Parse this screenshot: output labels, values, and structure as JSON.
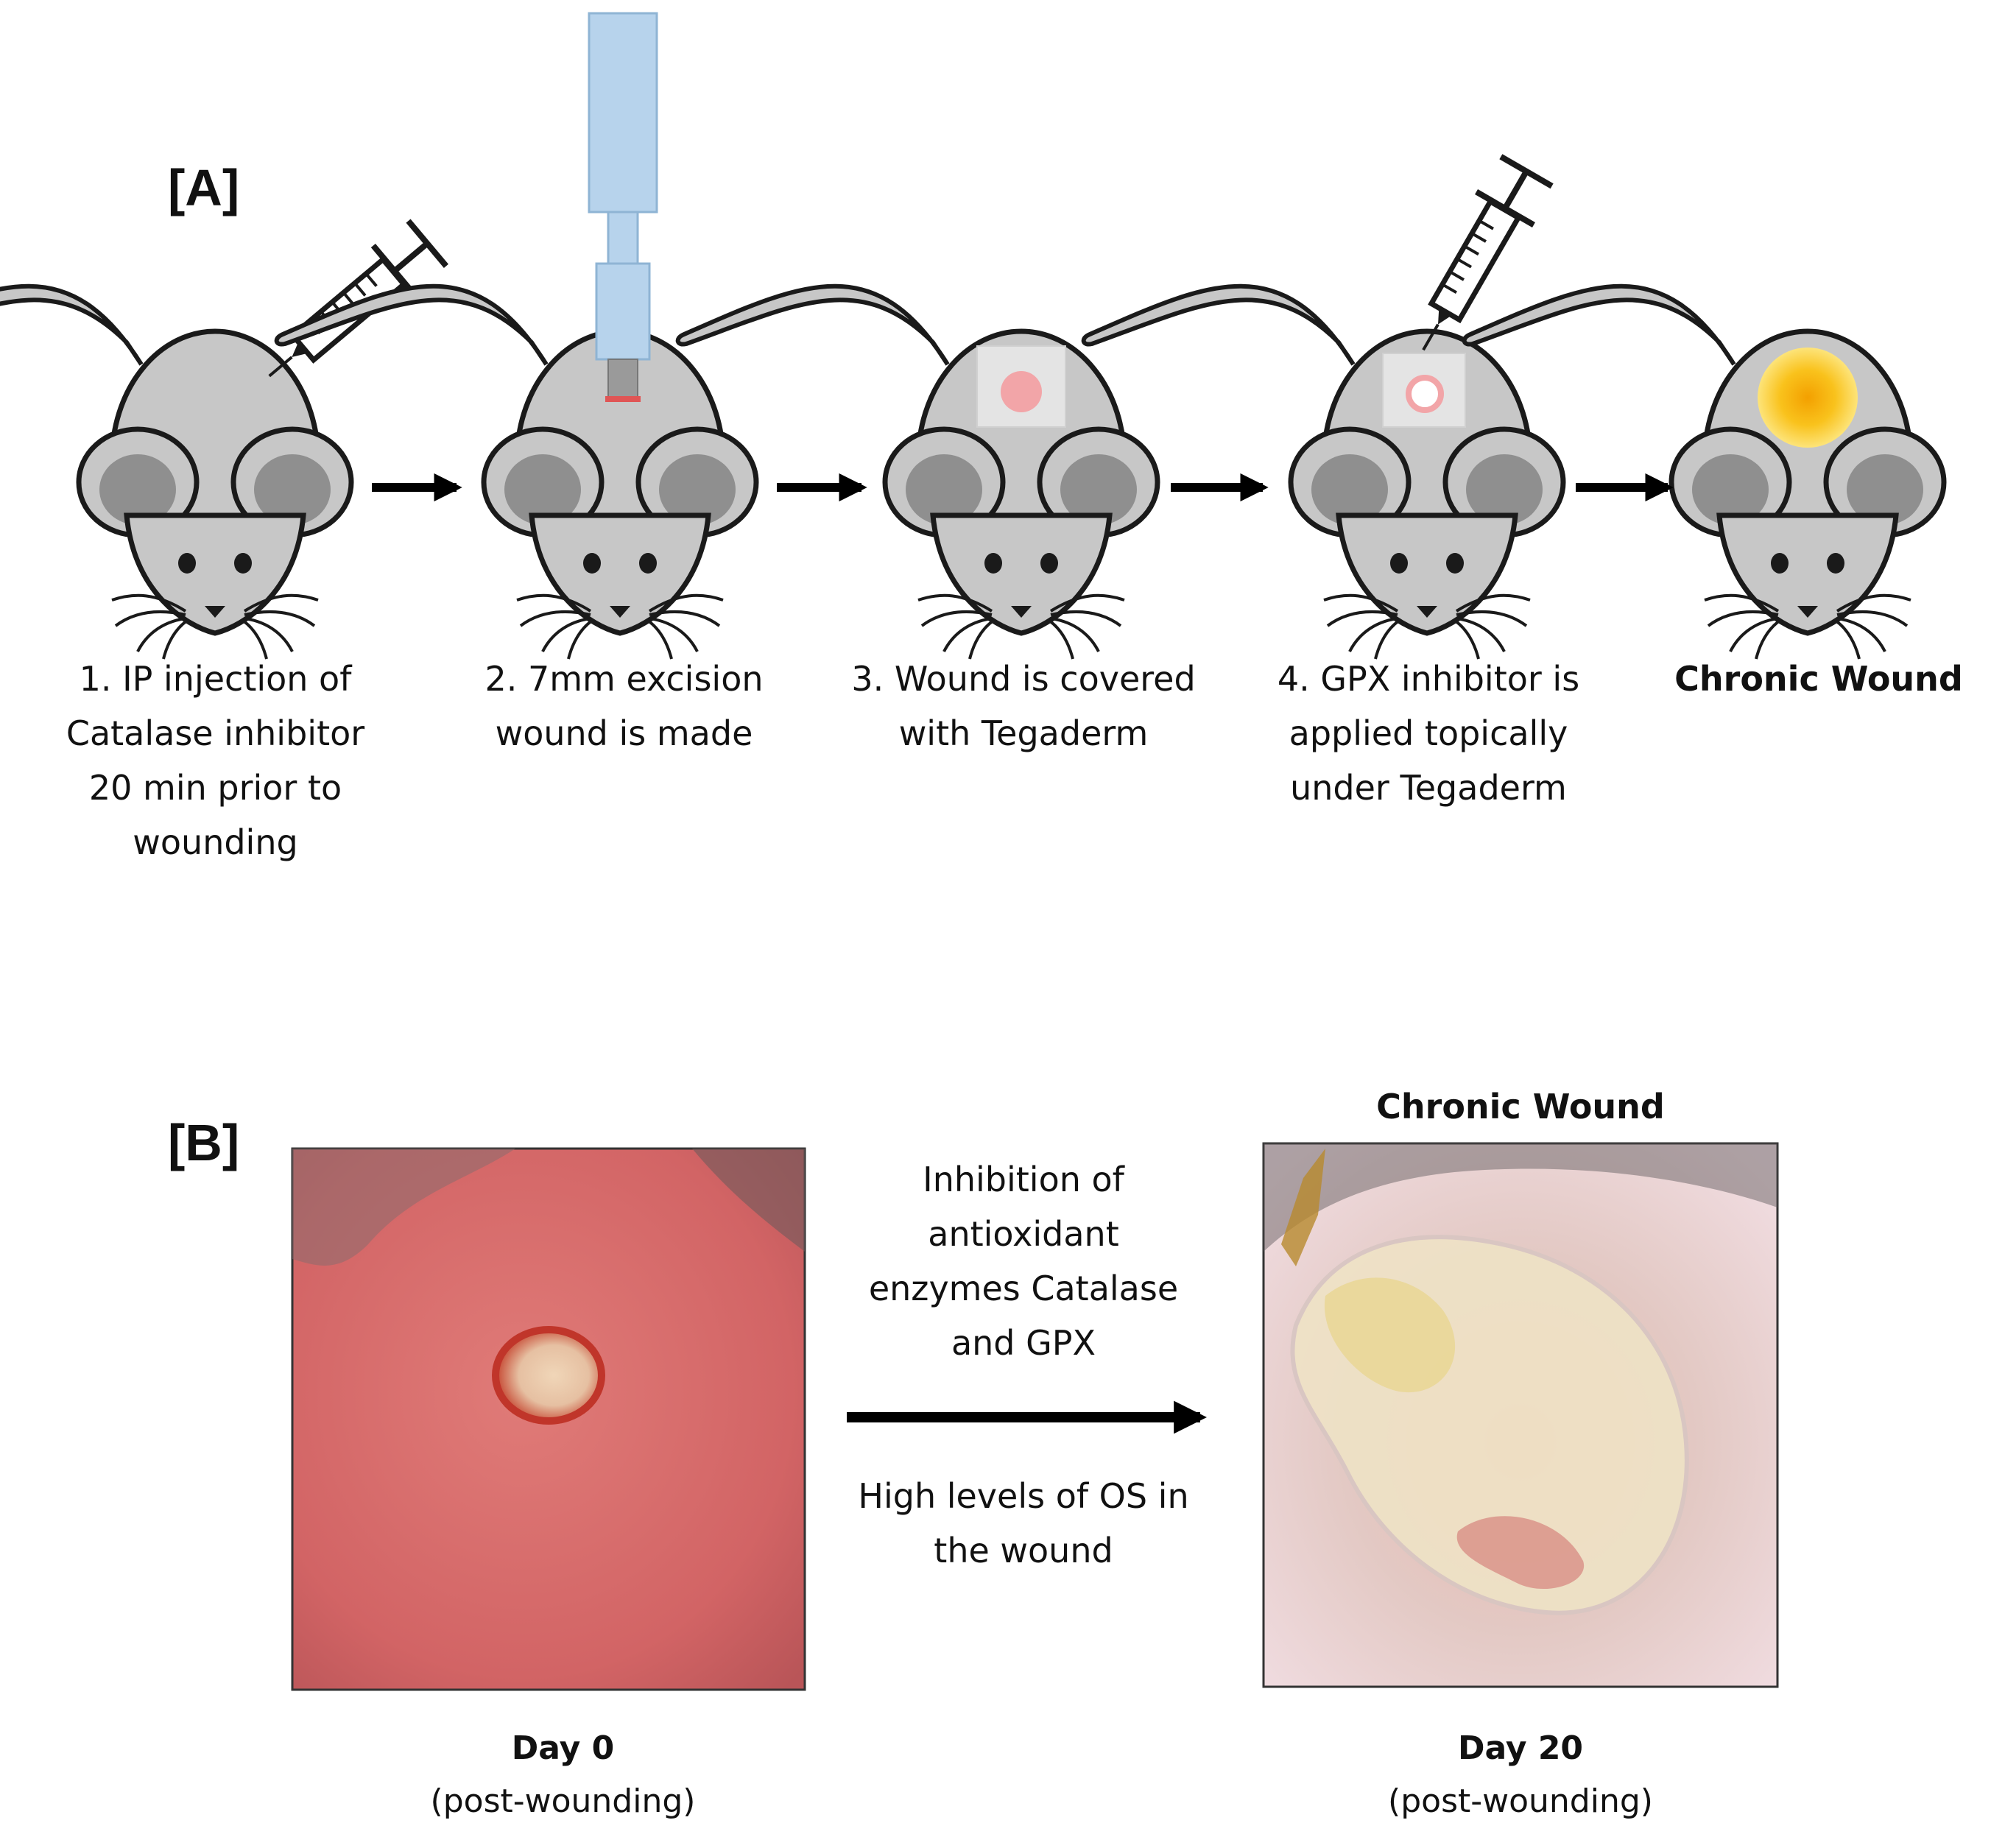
{
  "panel_a": {
    "label": "[A]",
    "steps": [
      {
        "caption": "1. IP injection of\nCatalase inhibitor\n20 min prior to\nwounding"
      },
      {
        "caption": "2. 7mm excision\nwound is made"
      },
      {
        "caption": "3. Wound is covered\nwith Tegaderm"
      },
      {
        "caption": "4. GPX inhibitor is\napplied topically\nunder Tegaderm"
      },
      {
        "caption": "Chronic Wound"
      }
    ]
  },
  "panel_b": {
    "label": "[B]",
    "title": "Chronic Wound",
    "arrow_text_top": "Inhibition of\nantioxidant\nenzymes Catalase\nand GPX",
    "arrow_text_bottom": "High levels of OS in\nthe wound",
    "left_photo": {
      "day": "Day 0",
      "note": "(post-wounding)"
    },
    "right_photo": {
      "day": "Day 20",
      "note": "(post-wounding)"
    }
  },
  "colors": {
    "mouse_body": "#c7c7c7",
    "mouse_outline": "#1a1a1a",
    "ear_inner": "#8f8f8f",
    "punch_blue": "#b7d3ec",
    "wound_pink": "#f2a5a8",
    "tegaderm": "#e4e4e4",
    "chronic_yellow": "#f7b500"
  }
}
